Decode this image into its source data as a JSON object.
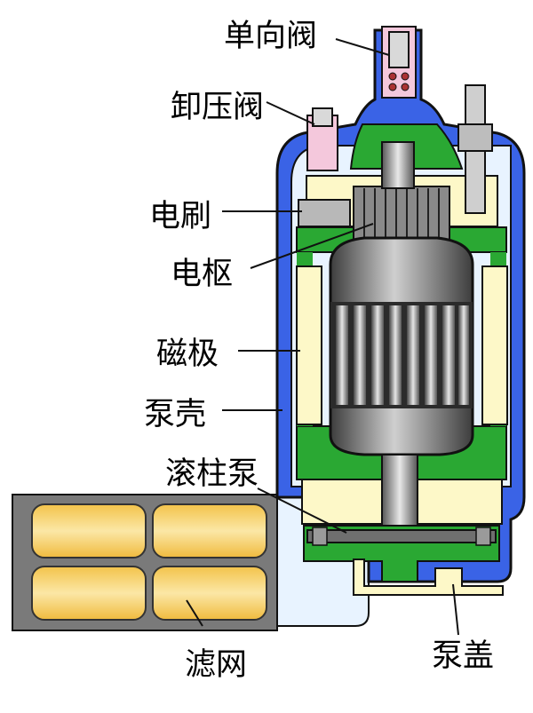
{
  "labels": {
    "check_valve": "单向阀",
    "relief_valve": "卸压阀",
    "brush": "电刷",
    "armature": "电枢",
    "magnetic_pole": "磁极",
    "pump_housing": "泵壳",
    "roller_pump": "滚柱泵",
    "filter_screen": "滤网",
    "pump_cover": "泵盖"
  },
  "colors": {
    "housing_blue": "#3a63e6",
    "housing_light": "#e8f3ff",
    "fluid_green": "#2aa833",
    "pole_yellow": "#fdf8c8",
    "armature_gray": "#6e6e6e",
    "filter_gold": "#f0c04a",
    "outline": "#111111"
  }
}
